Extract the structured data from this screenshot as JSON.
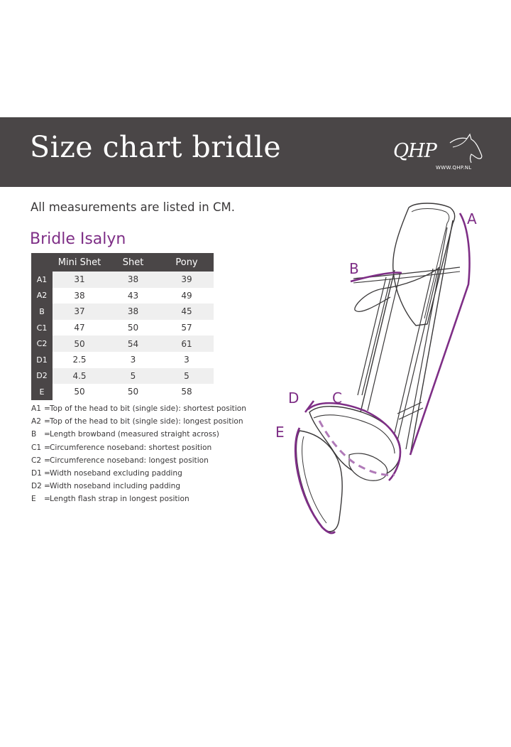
{
  "header": {
    "title": "Size chart bridle",
    "logo_text": "QHP",
    "logo_url": "WWW.QHP.NL"
  },
  "intro": "All measurements are listed in CM.",
  "product_title": "Bridle Isalyn",
  "table": {
    "columns": [
      "Mini Shet",
      "Shet",
      "Pony"
    ],
    "rows": [
      {
        "label": "A1",
        "values": [
          "31",
          "38",
          "39"
        ]
      },
      {
        "label": "A2",
        "values": [
          "38",
          "43",
          "49"
        ]
      },
      {
        "label": "B",
        "values": [
          "37",
          "38",
          "45"
        ]
      },
      {
        "label": "C1",
        "values": [
          "47",
          "50",
          "57"
        ]
      },
      {
        "label": "C2",
        "values": [
          "50",
          "54",
          "61"
        ]
      },
      {
        "label": "D1",
        "values": [
          "2.5",
          "3",
          "3"
        ]
      },
      {
        "label": "D2",
        "values": [
          "4.5",
          "5",
          "5"
        ]
      },
      {
        "label": "E",
        "values": [
          "50",
          "50",
          "58"
        ]
      }
    ]
  },
  "legend": [
    {
      "code": "A1",
      "text": "Top of the head to bit (single side): shortest position"
    },
    {
      "code": "A2",
      "text": "Top of the head to bit (single side): longest position"
    },
    {
      "code": "B",
      "text": "Length browband (measured straight across)"
    },
    {
      "code": "C1",
      "text": "Circumference noseband: shortest position"
    },
    {
      "code": "C2",
      "text": "Circumference noseband: longest position"
    },
    {
      "code": "D1",
      "text": "Width noseband excluding padding"
    },
    {
      "code": "D2",
      "text": "Width noseband including padding"
    },
    {
      "code": "E",
      "text": "Length flash strap in longest position"
    }
  ],
  "diagram": {
    "labels": {
      "a": "A",
      "b": "B",
      "c": "C",
      "d": "D",
      "e": "E"
    },
    "accent_color": "#7e2e86",
    "line_color": "#3a3839"
  },
  "colors": {
    "header_bg": "#4a4647",
    "accent": "#7e2e86"
  }
}
